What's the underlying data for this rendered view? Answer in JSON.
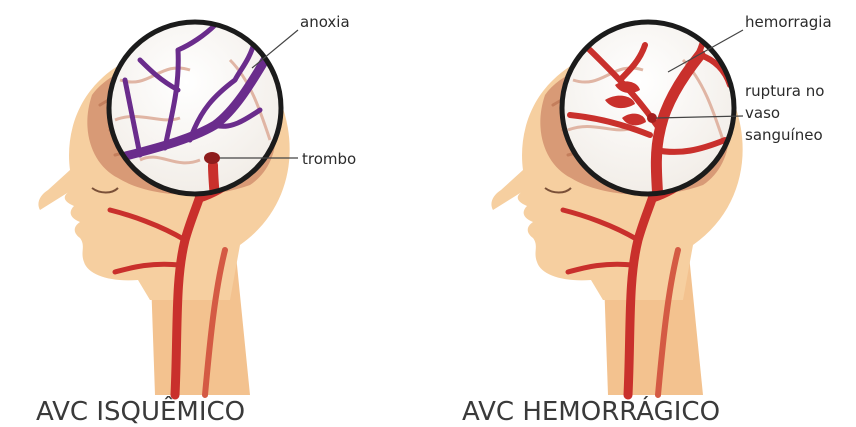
{
  "panels": [
    {
      "caption": "AVC ISQUÊMICO",
      "labels": {
        "anoxia": "anoxia",
        "trombo": "trombo"
      }
    },
    {
      "caption": "AVC HEMORRÁGICO",
      "labels": {
        "hemorragia": "hemorragia",
        "ruptura_1": "ruptura no",
        "ruptura_2": "vaso",
        "ruptura_3": "sanguíneo"
      }
    }
  ],
  "colors": {
    "skin": "#f6cfa0",
    "skin_shade": "#eab27c",
    "brain": "#d89a76",
    "artery": "#c9302c",
    "thrombus_vessel": "#6a2c8c",
    "lens_border": "#1b1b1b"
  }
}
